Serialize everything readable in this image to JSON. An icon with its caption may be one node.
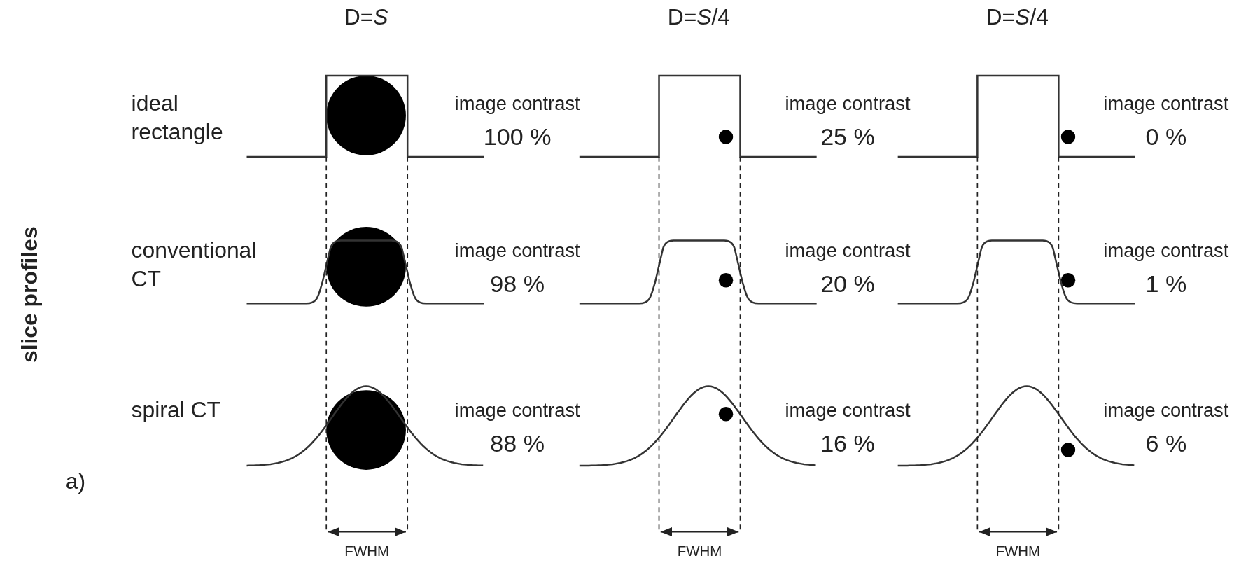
{
  "diagram": {
    "labels": [
      "D=*S*",
      "D=*S*/4",
      "D=*S*/4",
      "slice profiles",
      "ideal rectangle",
      "image contrast",
      "100 %",
      "image contrast",
      "25 %",
      "image contrast",
      "0 %",
      "conventional CT",
      "image contrast",
      "98 %",
      "image contrast",
      "20 %",
      "image contrast",
      "1 %",
      "spiral CT",
      "image contrast",
      "88 %",
      "image contrast",
      "16 %",
      "image contrast",
      "6 %",
      "a)",
      "FWHM",
      "FWHM",
      "FWHM"
    ]
  }
}
